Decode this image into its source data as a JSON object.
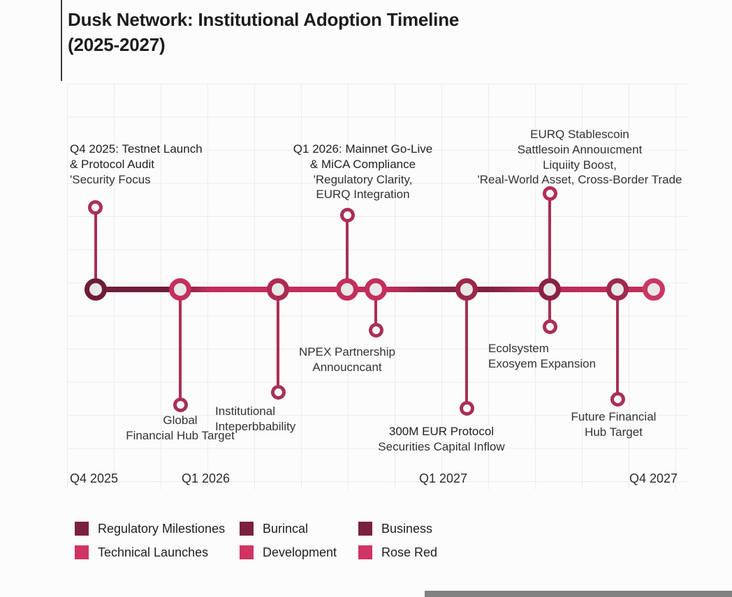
{
  "title": {
    "line1": "Dusk Network: Institutional Adoption Timeline",
    "line2": "(2025-2027)"
  },
  "annotations": {
    "testnet": {
      "line1": "Q4 2025: Testnet Launch",
      "line2": "& Protocol Audit",
      "line3": "'Security Focus"
    },
    "mainnet": {
      "line1": "Q1 2026: Mainnet Go-Live",
      "line2": "& MiCA Compliance",
      "line3": "'Regulatory Clarity,",
      "line4": "EURQ Integration"
    },
    "eurq": {
      "line1": "EURQ Stablescoin",
      "line2": "Sattlesoin Annouıcment",
      "line3": "Liquiity Boost,",
      "line4": "'Real-World Asset, Cross-Border Trade"
    },
    "global_hub": {
      "line1": "Global",
      "line2": "Financial Hub Target"
    },
    "institutional": {
      "line1": "Institutional",
      "line2": "Inteperbbability"
    },
    "npex": {
      "line1": "NPEX Partnership",
      "line2": "Annoucncant"
    },
    "capital_inflow": {
      "line1": "300M EUR Protocol",
      "line2": "Securities Capital Inflow"
    },
    "ecosystem": {
      "line1": "Ecolsystem",
      "line2": "Exosyem Expansion"
    },
    "future_hub": {
      "line1": "Future Financial",
      "line2": "Hub Target"
    }
  },
  "axis": {
    "tick1": "Q4 2025",
    "tick2": "Q1 2026",
    "tick3": "Q1 2027",
    "tick4": "Q4 2027"
  },
  "legend": {
    "items": [
      {
        "label": "Regulatory Milestiones",
        "color": "#7c2040"
      },
      {
        "label": "Technical Launches",
        "color": "#cf3463"
      },
      {
        "label": "Burincal",
        "color": "#7c2040"
      },
      {
        "label": "Development",
        "color": "#cf3463"
      },
      {
        "label": "Business",
        "color": "#7c2040"
      },
      {
        "label": "Rose Red",
        "color": "#cf3463"
      }
    ]
  },
  "colors": {
    "timeline_dark": "#6e1c3a",
    "timeline_bright": "#c22f5a",
    "stem": "#a93055",
    "node_fill": "#e8e8e8",
    "grid_line": "#ececec"
  },
  "chart_data": {
    "type": "timeline",
    "title": "Dusk Network: Institutional Adoption Timeline (2025-2027)",
    "x_ticks": [
      "Q4 2025",
      "Q1 2026",
      "Q1 2027",
      "Q4 2027"
    ],
    "x_range": [
      "Q4 2025",
      "Q4 2027"
    ],
    "grid": true,
    "legend_position": "bottom",
    "nodes": [
      {
        "x_frac": 0.0,
        "tick": "Q4 2025",
        "callout_above": "Q4 2025: Testnet Launch & Protocol Audit 'Security Focus"
      },
      {
        "x_frac": 0.15,
        "tick": "Q1 2026",
        "callout_below": "Global Financial Hub Target"
      },
      {
        "x_frac": 0.33,
        "callout_below": "Institutional Inteperbbability"
      },
      {
        "x_frac": 0.45,
        "callout_above": "Q1 2026: Mainnet Go-Live & MiCA Compliance 'Regulatory Clarity, EURQ Integration"
      },
      {
        "x_frac": 0.5,
        "callout_below": "NPEX Partnership Annoucncant"
      },
      {
        "x_frac": 0.66,
        "tick": "Q1 2027",
        "callout_below": "300M EUR Protocol Securities Capital Inflow"
      },
      {
        "x_frac": 0.81,
        "callout_above": "EURQ Stablescoin Sattlesoin Annouıcment Liquiity Boost, 'Real-World Asset, Cross-Border Trade",
        "callout_below": "Ecolsystem Exosyem Expansion"
      },
      {
        "x_frac": 0.94,
        "callout_below": "Future Financial Hub Target"
      },
      {
        "x_frac": 1.0,
        "tick": "Q4 2027"
      }
    ],
    "legend": [
      "Regulatory Milestiones",
      "Technical Launches",
      "Burincal",
      "Development",
      "Business",
      "Rose Red"
    ]
  }
}
